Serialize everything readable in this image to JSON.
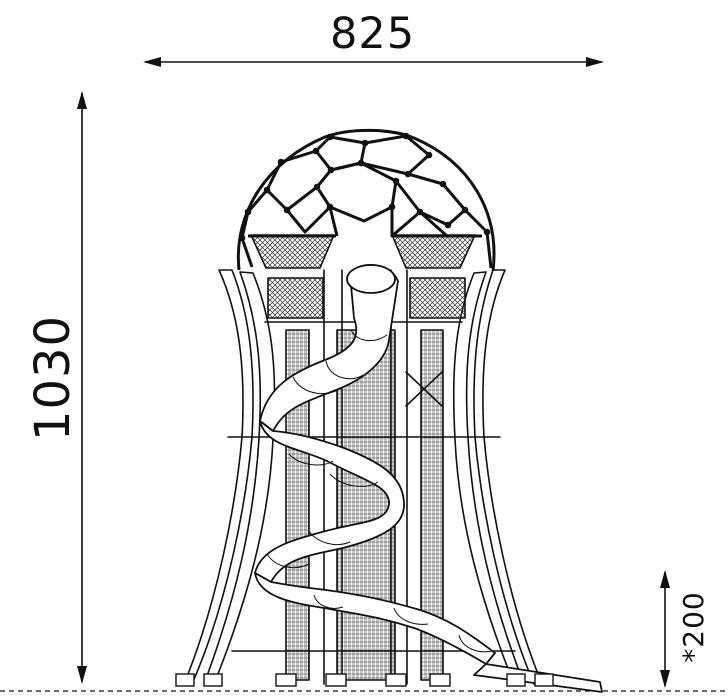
{
  "dimensions": {
    "width": "825",
    "height": "1030",
    "clearance": "*200"
  },
  "drawing": {
    "line_color": "#111111",
    "fill_color": "#ffffff",
    "hatch_color": "#333333"
  }
}
